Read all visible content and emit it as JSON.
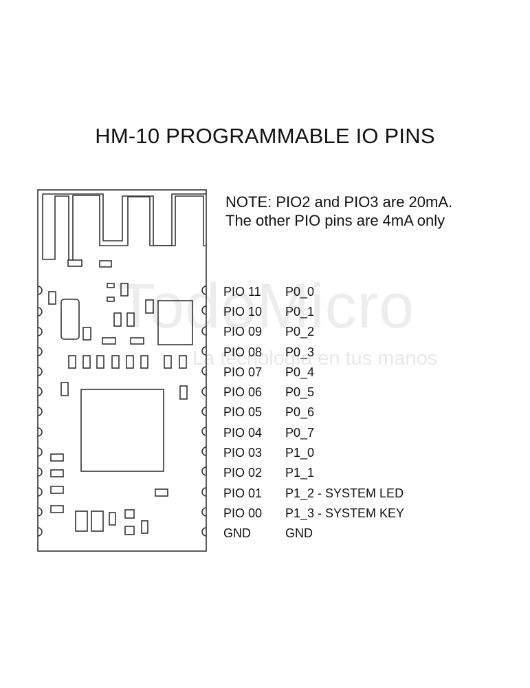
{
  "title": "HM-10 PROGRAMMABLE IO PINS",
  "note": {
    "line1": "NOTE: PIO2 and PIO3 are 20mA.",
    "line2": "The other PIO pins are 4mA only"
  },
  "watermark": {
    "brand": "TodoMicro",
    "tagline": "La tecnología en tus manos"
  },
  "pins": [
    {
      "pio": "PIO 11",
      "port": "P0_0"
    },
    {
      "pio": "PIO 10",
      "port": "P0_1"
    },
    {
      "pio": "PIO 09",
      "port": "P0_2"
    },
    {
      "pio": "PIO 08",
      "port": "P0_3"
    },
    {
      "pio": "PIO 07",
      "port": "P0_4"
    },
    {
      "pio": "PIO 06",
      "port": "P0_5"
    },
    {
      "pio": "PIO 05",
      "port": "P0_6"
    },
    {
      "pio": "PIO 04",
      "port": "P0_7"
    },
    {
      "pio": "PIO 03",
      "port": "P1_0"
    },
    {
      "pio": "PIO 02",
      "port": "P1_1"
    },
    {
      "pio": "PIO 01",
      "port": "P1_2 - SYSTEM LED"
    },
    {
      "pio": "PIO 00",
      "port": "P1_3 - SYSTEM KEY"
    },
    {
      "pio": "GND",
      "port": "GND"
    }
  ],
  "colors": {
    "line": "#333333",
    "text": "#111111",
    "watermark": "#bebebe"
  }
}
